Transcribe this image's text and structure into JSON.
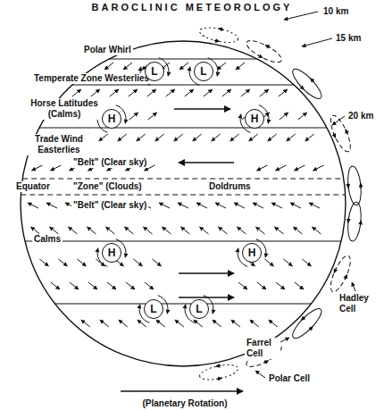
{
  "diagram": {
    "title": "BAROCLINIC METEOROLOGY",
    "nodes": [
      {
        "text": [
          "L"
        ]
      },
      {
        "text": [
          "L"
        ]
      },
      {
        "text": [
          "H"
        ]
      },
      {
        "text": [
          "H"
        ]
      },
      {
        "text": [
          "H"
        ]
      },
      {
        "text": [
          "H"
        ]
      },
      {
        "text": [
          "L"
        ]
      },
      {
        "text": [
          "L"
        ]
      }
    ],
    "labels": [
      "Polar Whirl",
      "Temperate Zone Westerlies",
      "Horse Latitudes (Calms)",
      "Trade Wind Easterlies",
      "\"Belt\" (Clear sky)",
      "\"Zone\" (Clouds)",
      "Doldrums",
      "Equator",
      "\"Belt\" (Clear sky)",
      "Calms",
      "10 km",
      "15 km",
      "20 km",
      "Hadley Cell",
      "Farrel Cell",
      "Polar Cell",
      "(Planetary Rotation)"
    ]
  }
}
